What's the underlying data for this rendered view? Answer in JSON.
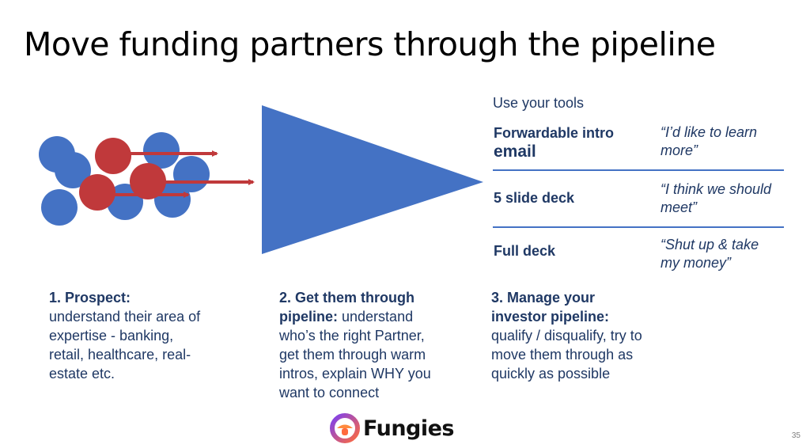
{
  "slide": {
    "title": "Move funding partners through the pipeline",
    "page_number": "35"
  },
  "tools": {
    "heading": "Use your tools",
    "rows": [
      {
        "name_line1": "Forwardable intro",
        "name_line2": "email",
        "quote_line1": "“I’d like to learn",
        "quote_line2": "more”"
      },
      {
        "name_line1": "5 slide deck",
        "quote_line1": "“I think we should",
        "quote_line2": "meet”"
      },
      {
        "name_line1": "Full deck",
        "quote_line1": "“Shut up & take",
        "quote_line2": "my money”"
      }
    ]
  },
  "steps": [
    {
      "heading": "1. Prospect:",
      "lines": [
        "understand their area of",
        "expertise - banking,",
        "retail, healthcare, real-",
        "estate etc."
      ]
    },
    {
      "heading_line1": "2. Get them through",
      "heading_line2": "pipeline:",
      "line2_rest": " understand",
      "lines": [
        "who’s the right Partner,",
        "get them through warm",
        "intros, explain WHY you",
        "want to connect"
      ]
    },
    {
      "heading_line1": "3. Manage your",
      "heading_line2": "investor pipeline:",
      "lines": [
        "qualify / disqualify, try to",
        "move them through as",
        "quickly as possible"
      ]
    }
  ],
  "logo": {
    "text": "Fungies"
  },
  "colors": {
    "blue": "#4472c4",
    "red": "#c0393b",
    "text": "#1f3864"
  }
}
